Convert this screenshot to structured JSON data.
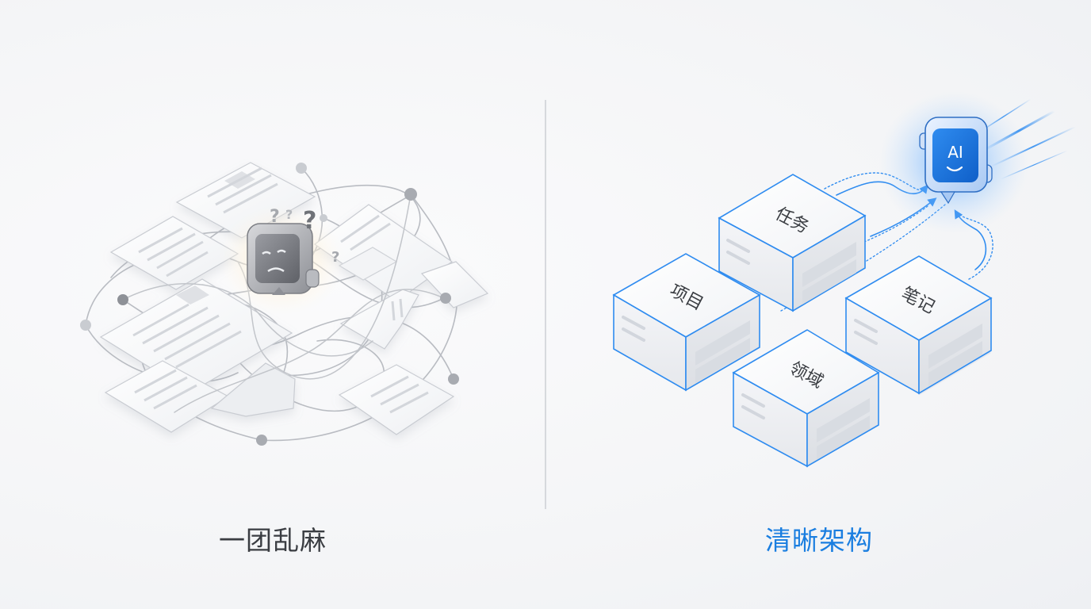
{
  "left": {
    "caption": "一团乱麻",
    "question_marks": [
      "?",
      "?",
      "?",
      "?"
    ]
  },
  "right": {
    "caption": "清晰架构",
    "modules": [
      "任务",
      "项目",
      "笔记",
      "领域"
    ],
    "ai_label": "AI"
  },
  "colors": {
    "accent": "#1a7ee0",
    "caption_dark": "#3a3d42"
  }
}
